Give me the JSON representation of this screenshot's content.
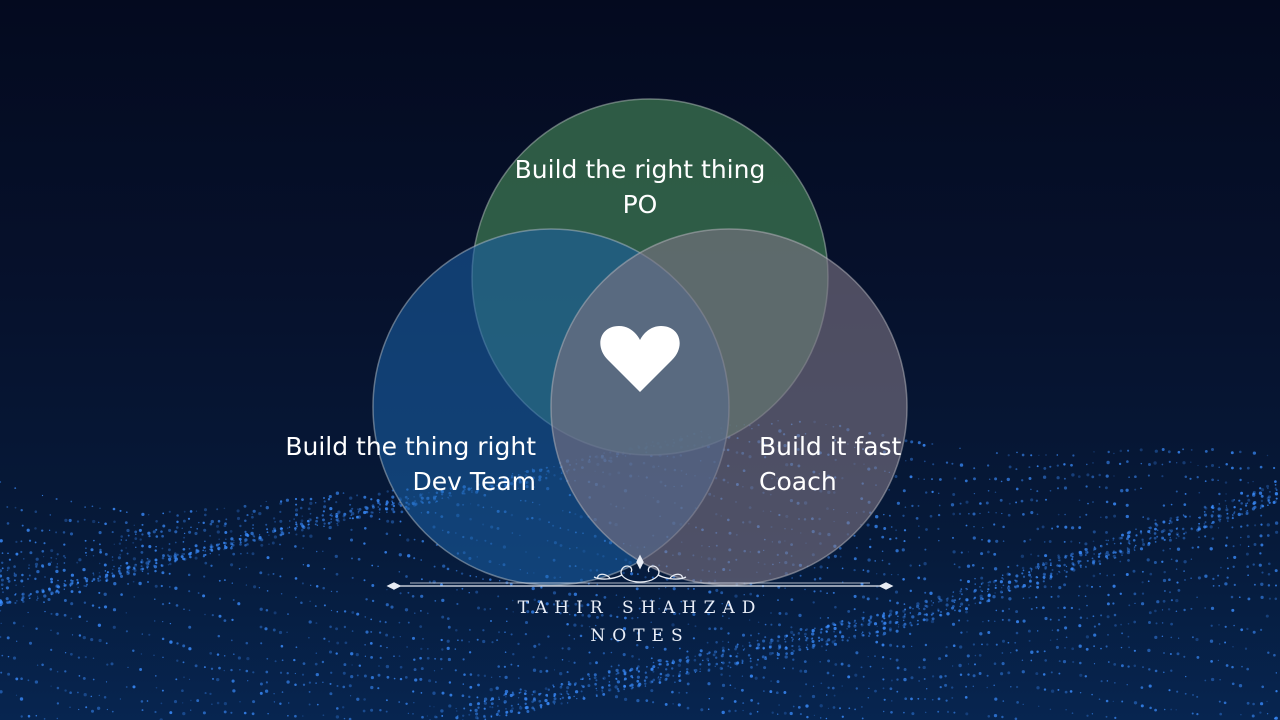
{
  "diagram": {
    "circles": [
      {
        "id": "po",
        "label_line1": "Build the right thing",
        "label_line2": "PO",
        "color": "#3f7a52"
      },
      {
        "id": "dev",
        "label_line1": "Build the thing right",
        "label_line2": "Dev Team",
        "color": "#1a5fa3"
      },
      {
        "id": "coach",
        "label_line1": "Build it fast",
        "label_line2": "Coach",
        "color": "#6a6576"
      }
    ],
    "center_icon": "heart-icon",
    "center_icon_color": "#ffffff"
  },
  "footer": {
    "line1": "TAHIR SHAHZAD",
    "line2": "NOTES",
    "ornament_icon": "flourish-divider-icon"
  },
  "background": {
    "top_color": "#040a1f",
    "bottom_color": "#072550",
    "particle_color": "#3a8dff",
    "pattern": "particle-wave"
  }
}
